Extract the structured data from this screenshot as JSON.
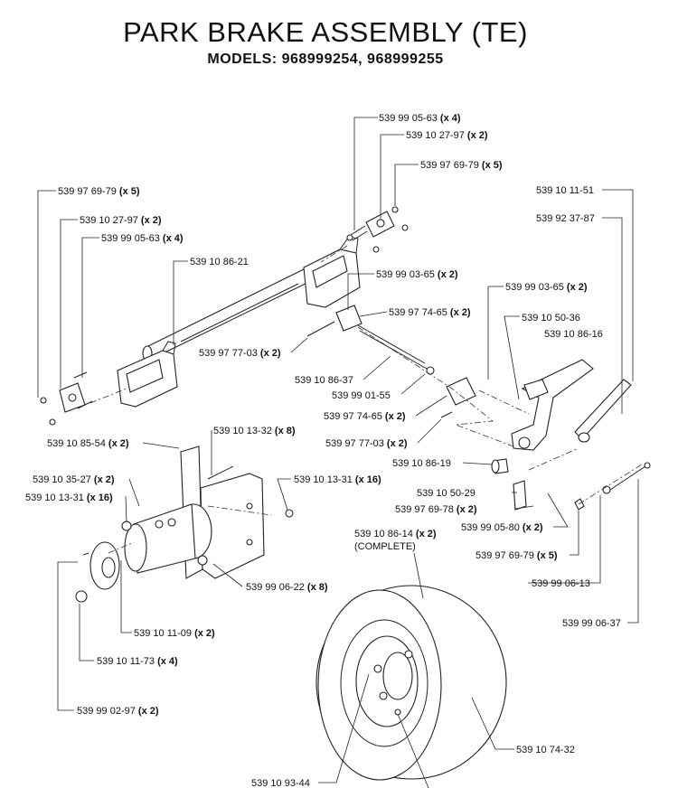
{
  "header": {
    "title": "PARK BRAKE ASSEMBLY (TE)",
    "subtitle": "MODELS:  968999254,  968999255"
  },
  "callouts": [
    {
      "part": "539 99 05-63",
      "qty": "(x 4)"
    },
    {
      "part": "539 10 27-97",
      "qty": "(x 2)"
    },
    {
      "part": "539 97 69-79",
      "qty": "(x 5)"
    },
    {
      "part": "539 97 69-79",
      "qty": "(x 5)"
    },
    {
      "part": "539 10 27-97",
      "qty": "(x 2)"
    },
    {
      "part": "539 99 05-63",
      "qty": "(x 4)"
    },
    {
      "part": "539 10 86-21",
      "qty": ""
    },
    {
      "part": "539 10 11-51",
      "qty": ""
    },
    {
      "part": "539 92 37-87",
      "qty": ""
    },
    {
      "part": "539 99 03-65",
      "qty": "(x 2)"
    },
    {
      "part": "539 99 03-65",
      "qty": "(x 2)"
    },
    {
      "part": "539 97 74-65",
      "qty": "(x 2)"
    },
    {
      "part": "539 10 50-36",
      "qty": ""
    },
    {
      "part": "539 10 86-16",
      "qty": ""
    },
    {
      "part": "539 97 77-03",
      "qty": "(x 2)"
    },
    {
      "part": "539 10 86-37",
      "qty": ""
    },
    {
      "part": "539 99 01-55",
      "qty": ""
    },
    {
      "part": "539 97 74-65",
      "qty": "(x 2)"
    },
    {
      "part": "539 97 77-03",
      "qty": "(x 2)"
    },
    {
      "part": "539 10 85-54",
      "qty": "(x 2)"
    },
    {
      "part": "539 10 13-32",
      "qty": "(x 8)"
    },
    {
      "part": "539 10 86-19",
      "qty": ""
    },
    {
      "part": "539 10 35-27",
      "qty": "(x 2)"
    },
    {
      "part": "539 10 13-31",
      "qty": "(x 16)"
    },
    {
      "part": "539 10 13-31",
      "qty": "(x 16)"
    },
    {
      "part": "539 10 50-29",
      "qty": ""
    },
    {
      "part": "539 97 69-78",
      "qty": "(x 2)"
    },
    {
      "part": "539 99 05-80",
      "qty": "(x 2)"
    },
    {
      "part": "539 10 86-14",
      "qty": "(x 2)"
    },
    {
      "part": "(COMPLETE)",
      "qty": ""
    },
    {
      "part": "539 97 69-79",
      "qty": "(x 5)"
    },
    {
      "part": "539 99 06-22",
      "qty": "(x 8)"
    },
    {
      "part": "539 99 06-13",
      "qty": ""
    },
    {
      "part": "539 99 06-37",
      "qty": ""
    },
    {
      "part": "539 10 11-09",
      "qty": "(x 2)"
    },
    {
      "part": "539 10 11-73",
      "qty": "(x 4)"
    },
    {
      "part": "539 99 02-97",
      "qty": "(x 2)"
    },
    {
      "part": "539 10 74-32",
      "qty": ""
    },
    {
      "part": "539 10 93-44",
      "qty": ""
    }
  ]
}
